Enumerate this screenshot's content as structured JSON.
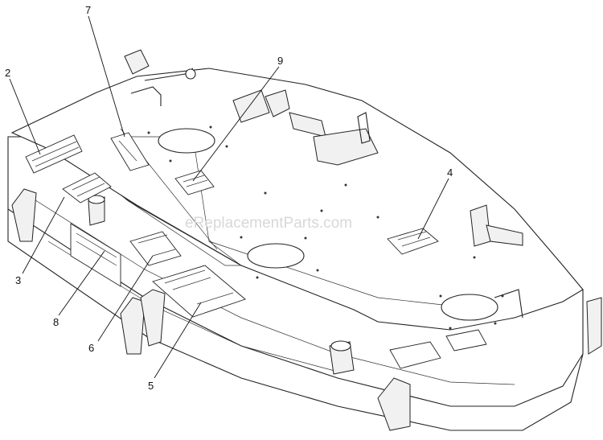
{
  "diagram": {
    "watermark": "eReplacementParts.com",
    "callouts": [
      {
        "id": "c2",
        "label": "2"
      },
      {
        "id": "c3",
        "label": "3"
      },
      {
        "id": "c4",
        "label": "4"
      },
      {
        "id": "c5",
        "label": "5"
      },
      {
        "id": "c6",
        "label": "6"
      },
      {
        "id": "c7",
        "label": "7"
      },
      {
        "id": "c8",
        "label": "8"
      },
      {
        "id": "c9",
        "label": "9"
      }
    ]
  }
}
